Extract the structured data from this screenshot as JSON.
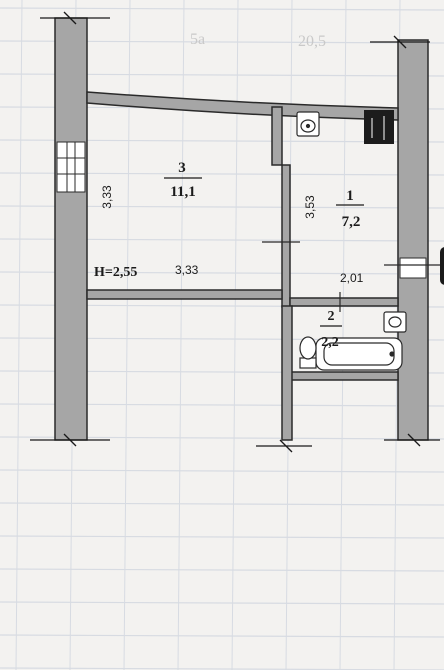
{
  "header_faded": {
    "left": "5a",
    "right": "20,5"
  },
  "rooms": [
    {
      "number": "3",
      "area": "11,1"
    },
    {
      "number": "1",
      "area": "7,2"
    },
    {
      "number": "2",
      "area": "2,2"
    }
  ],
  "dimensions": {
    "room3_side": "3,33",
    "room3_bottom": "3,33",
    "ceiling_height": "H=2,55",
    "room1_side": "3,53",
    "room1_bottom": "2,01"
  },
  "icons": {
    "sink": "sink-icon",
    "stove": "stove-icon",
    "bathtub": "bathtub-icon",
    "toilet": "toilet-icon",
    "washbasin": "washbasin-icon"
  },
  "colors": {
    "paper": "#f3f2f0",
    "grid": "#d7dbe2",
    "wall_fill": "#a6a6a6",
    "wall_line": "#2a2a2a"
  }
}
